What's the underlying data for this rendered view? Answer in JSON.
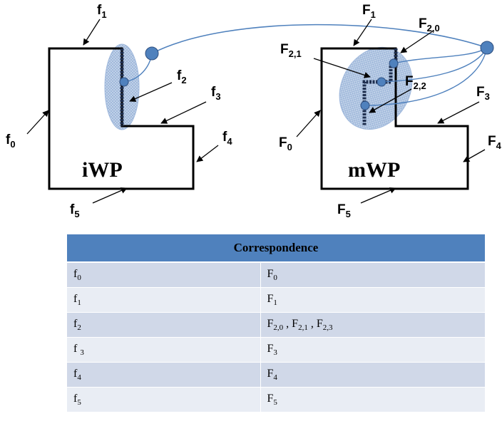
{
  "diagram": {
    "left_part": {
      "name": "iWP",
      "labels": [
        {
          "base": "f",
          "sub": "1"
        },
        {
          "base": "f",
          "sub": "2"
        },
        {
          "base": "f",
          "sub": "3"
        },
        {
          "base": "f",
          "sub": "4"
        },
        {
          "base": "f",
          "sub": "0"
        },
        {
          "base": "f",
          "sub": "5"
        }
      ]
    },
    "right_part": {
      "name": "mWP",
      "labels": [
        {
          "base": "F",
          "sub": "1"
        },
        {
          "base": "F",
          "sub": "2,0"
        },
        {
          "base": "F",
          "sub": "2,1"
        },
        {
          "base": "F",
          "sub": "2,2"
        },
        {
          "base": "F",
          "sub": "3"
        },
        {
          "base": "F",
          "sub": "4"
        },
        {
          "base": "F",
          "sub": "0"
        },
        {
          "base": "F",
          "sub": "5"
        }
      ]
    },
    "colors": {
      "node_fill": "#4f81bd",
      "connector": "#4f81bd",
      "region_fill": "#b9cde8"
    }
  },
  "table": {
    "header": "Correspondence",
    "rows": [
      {
        "left": {
          "base": "f",
          "sub": "0",
          "space": ""
        },
        "right": [
          {
            "base": "F",
            "sub": "0"
          }
        ],
        "right_lead": ""
      },
      {
        "left": {
          "base": "f",
          "sub": "1",
          "space": ""
        },
        "right": [
          {
            "base": "F",
            "sub": "1"
          }
        ],
        "right_lead": ""
      },
      {
        "left": {
          "base": "f",
          "sub": "2",
          "space": ""
        },
        "right": [
          {
            "base": "F",
            "sub": "2,0"
          },
          {
            "base": "F",
            "sub": "2,1"
          },
          {
            "base": "F",
            "sub": "2,3"
          }
        ],
        "right_lead": ""
      },
      {
        "left": {
          "base": "f",
          "sub": "3",
          "space": " "
        },
        "right": [
          {
            "base": "F",
            "sub": "3"
          }
        ],
        "right_lead": ""
      },
      {
        "left": {
          "base": "f",
          "sub": "4",
          "space": ""
        },
        "right": [
          {
            "base": "F",
            "sub": "4"
          }
        ],
        "right_lead": ""
      },
      {
        "left": {
          "base": "f",
          "sub": "5",
          "space": ""
        },
        "right": [
          {
            "base": "F",
            "sub": "5"
          }
        ],
        "right_lead": " "
      }
    ]
  }
}
